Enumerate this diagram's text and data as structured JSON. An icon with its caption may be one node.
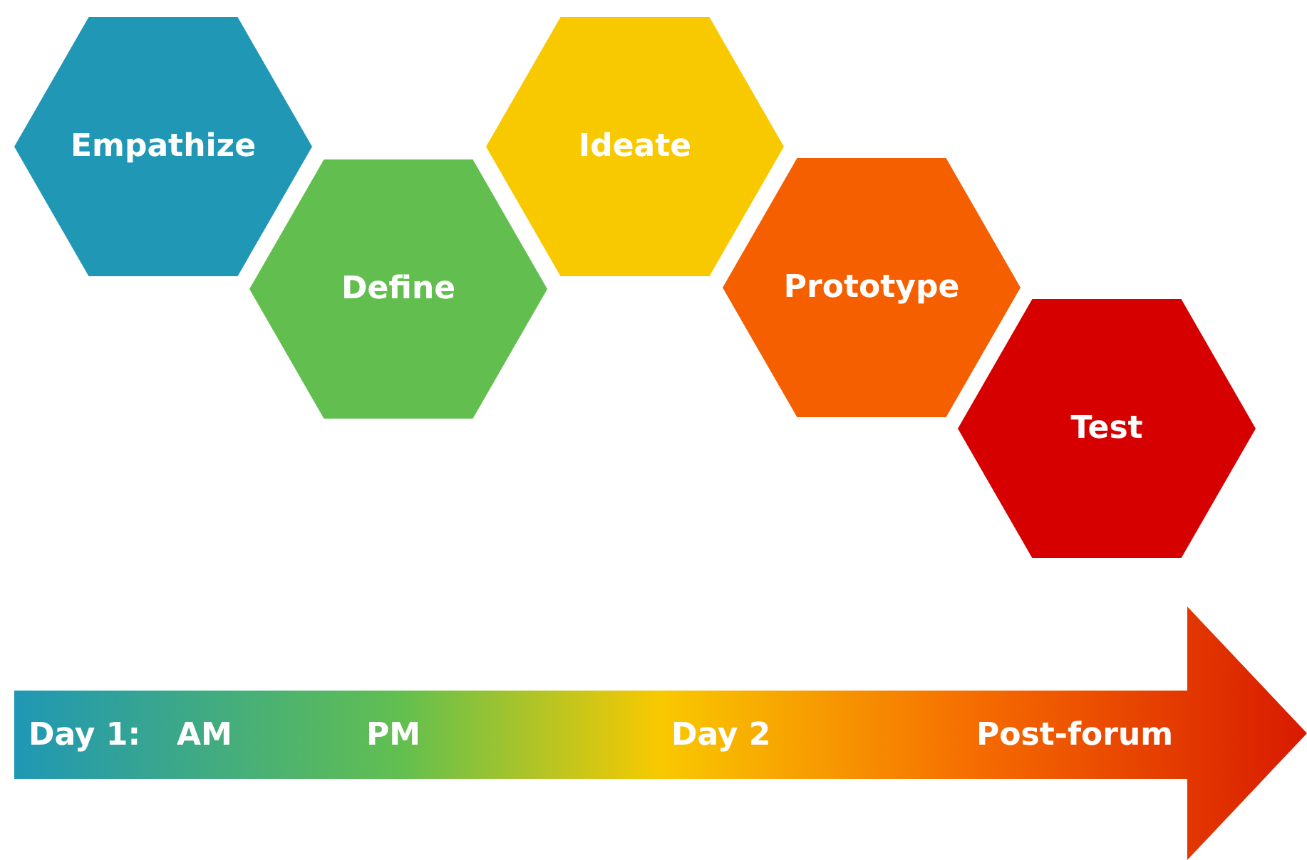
{
  "diagram": {
    "nodes": [
      {
        "text": [
          "Empathize"
        ]
      },
      {
        "text": [
          "Define"
        ]
      },
      {
        "text": [
          "Ideate"
        ]
      },
      {
        "text": [
          "Prototype"
        ]
      },
      {
        "text": [
          "Test"
        ]
      }
    ],
    "labels": [
      "Day 1:",
      "AM",
      "PM",
      "Day 2",
      "Post-forum"
    ]
  }
}
